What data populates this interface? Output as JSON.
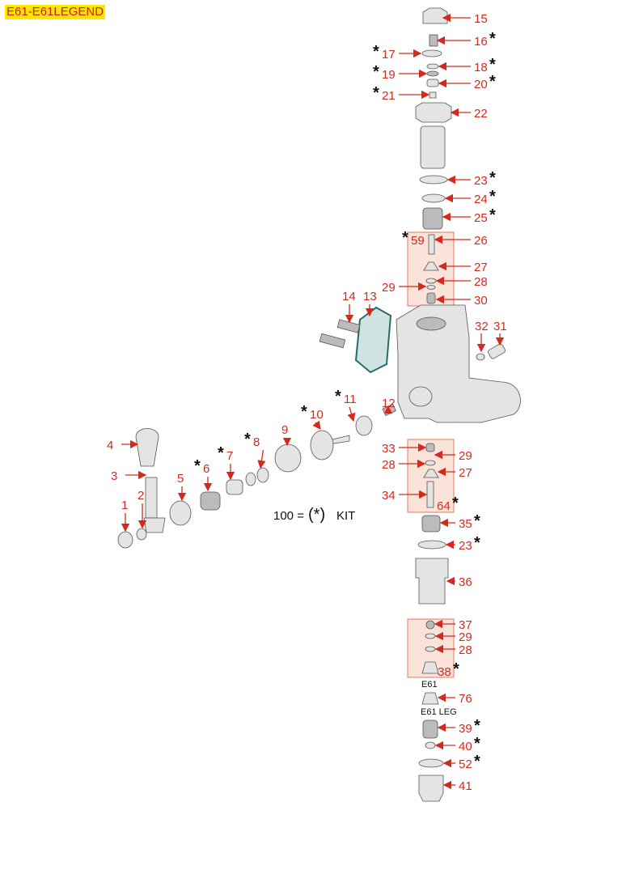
{
  "title": "E61-E61LEGEND",
  "colors": {
    "label": "#d42a1e",
    "title_bg": "#ffe600",
    "box_fill": "#fbe3da",
    "gasket": "#3d8f8a"
  },
  "kit_note": {
    "prefix": "100 =",
    "symbol": "(*)",
    "suffix": "KIT"
  },
  "variant_labels": [
    "E61",
    "E61 LEG"
  ],
  "callouts": [
    {
      "n": "15",
      "star": false
    },
    {
      "n": "16",
      "star": true
    },
    {
      "n": "17",
      "star": true
    },
    {
      "n": "18",
      "star": true
    },
    {
      "n": "19",
      "star": true
    },
    {
      "n": "20",
      "star": true
    },
    {
      "n": "21",
      "star": true
    },
    {
      "n": "22",
      "star": false
    },
    {
      "n": "23",
      "star": true
    },
    {
      "n": "24",
      "star": true
    },
    {
      "n": "25",
      "star": true
    },
    {
      "n": "59",
      "star": true
    },
    {
      "n": "26",
      "star": false
    },
    {
      "n": "27",
      "star": false
    },
    {
      "n": "28",
      "star": false
    },
    {
      "n": "29",
      "star": false
    },
    {
      "n": "30",
      "star": false
    },
    {
      "n": "14",
      "star": false
    },
    {
      "n": "13",
      "star": false
    },
    {
      "n": "32",
      "star": false
    },
    {
      "n": "31",
      "star": false
    },
    {
      "n": "12",
      "star": false
    },
    {
      "n": "11",
      "star": true
    },
    {
      "n": "10",
      "star": true
    },
    {
      "n": "9",
      "star": false
    },
    {
      "n": "8",
      "star": true
    },
    {
      "n": "7",
      "star": true
    },
    {
      "n": "6",
      "star": true
    },
    {
      "n": "5",
      "star": false
    },
    {
      "n": "4",
      "star": false
    },
    {
      "n": "3",
      "star": false
    },
    {
      "n": "2",
      "star": false
    },
    {
      "n": "1",
      "star": false
    },
    {
      "n": "33",
      "star": false
    },
    {
      "n": "29",
      "star": false
    },
    {
      "n": "28",
      "star": false
    },
    {
      "n": "27",
      "star": false
    },
    {
      "n": "34",
      "star": false
    },
    {
      "n": "64",
      "star": true
    },
    {
      "n": "35",
      "star": true
    },
    {
      "n": "23",
      "star": true
    },
    {
      "n": "36",
      "star": false
    },
    {
      "n": "37",
      "star": false
    },
    {
      "n": "29",
      "star": false
    },
    {
      "n": "28",
      "star": false
    },
    {
      "n": "38",
      "star": true
    },
    {
      "n": "76",
      "star": false
    },
    {
      "n": "39",
      "star": true
    },
    {
      "n": "40",
      "star": true
    },
    {
      "n": "52",
      "star": true
    },
    {
      "n": "41",
      "star": false
    }
  ]
}
